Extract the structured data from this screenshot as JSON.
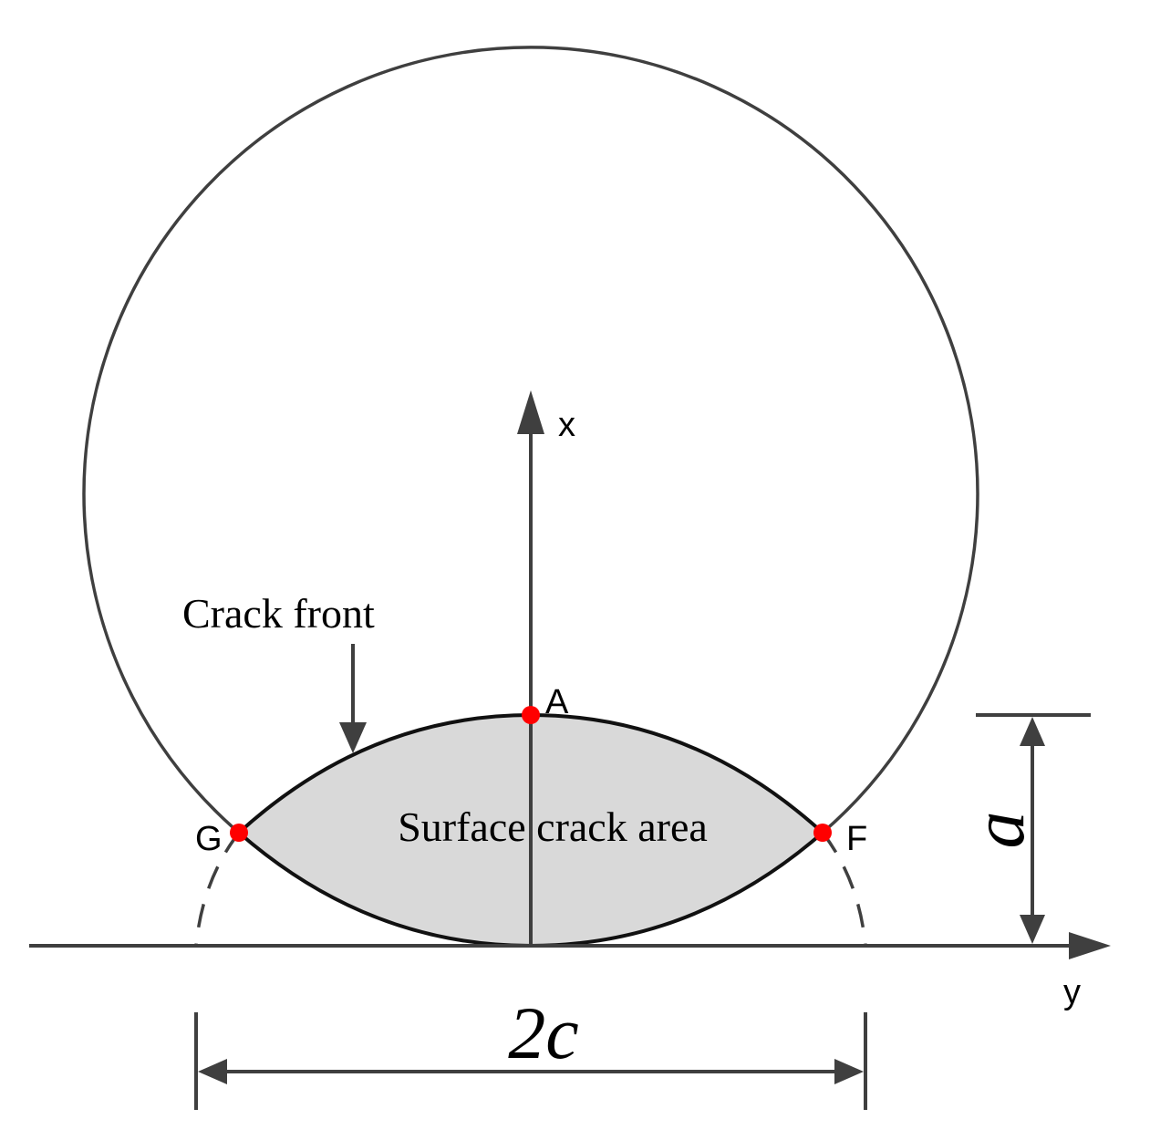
{
  "labels": {
    "x_axis": "x",
    "y_axis": "y",
    "crack_front": "Crack front",
    "surface_crack_area": "Surface crack area",
    "point_a": "A",
    "point_f": "F",
    "point_g": "G",
    "depth_symbol": "a",
    "width_symbol": "2c"
  },
  "colors": {
    "line": "#3f3f3f",
    "crack_fill": "#d9d9d9",
    "crack_outline": "#111111",
    "points": "#ff0000"
  }
}
